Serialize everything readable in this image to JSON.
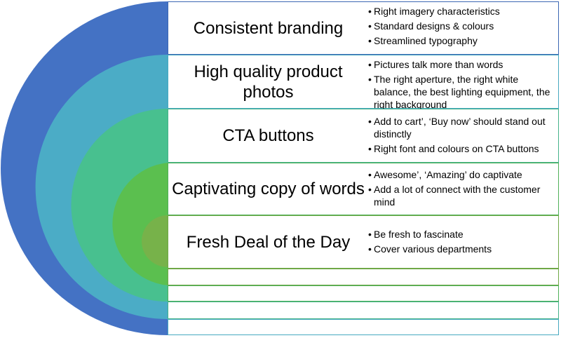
{
  "colors": {
    "ring1": "#4472C4",
    "ring2": "#4BACC6",
    "ring3": "#48C08F",
    "ring4": "#5BBF4F",
    "ring5": "#77B24A",
    "border1": "#3C67B3",
    "border2": "#47A9C0",
    "border3": "#45B38A",
    "border4": "#4FB15A",
    "border5": "#6FA847"
  },
  "rows": [
    {
      "title": "Consistent branding",
      "bullets": [
        "Right imagery characteristics",
        "Standard designs & colours",
        "Streamlined typography"
      ]
    },
    {
      "title": "High quality product photos",
      "bullets": [
        "Pictures talk more than words",
        "The right aperture, the right white balance, the best lighting equipment, the right background"
      ]
    },
    {
      "title": "CTA buttons",
      "bullets": [
        "Add to cart’, ‘Buy now’ should stand out distinctly",
        "Right font and colours on CTA buttons"
      ]
    },
    {
      "title": "Captivating copy of words",
      "bullets": [
        "Awesome’, ‘Amazing’ do captivate",
        "Add a lot of connect with the customer mind"
      ]
    },
    {
      "title": "Fresh Deal of the Day",
      "bullets": [
        "Be fresh to fascinate",
        "Cover various departments"
      ]
    }
  ]
}
